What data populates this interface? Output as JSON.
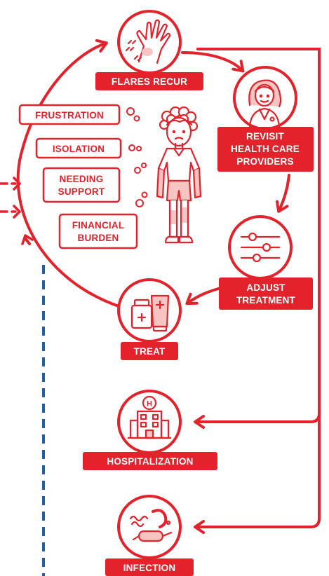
{
  "colors": {
    "accent": "#e3222b",
    "icon_fill": "#f6c5c2",
    "dashed_line": "#1f5fa8",
    "background": "#ffffff"
  },
  "cycle": {
    "flares_recur": "FLARES RECUR",
    "revisit": [
      "REVISIT",
      "HEALTH CARE",
      "PROVIDERS"
    ],
    "adjust_treatment": [
      "ADJUST",
      "TREATMENT"
    ],
    "treat": "TREAT"
  },
  "feelings": {
    "frustration": "FRUSTRATION",
    "isolation": "ISOLATION",
    "needing_support": [
      "NEEDING",
      "SUPPORT"
    ],
    "financial_burden": [
      "FINANCIAL",
      "BURDEN"
    ]
  },
  "outcomes": {
    "hospitalization": "HOSPITALIZATION",
    "infection": "INFECTION"
  },
  "icons": {
    "flares": "itchy-hand-icon",
    "provider": "doctor-icon",
    "adjust": "sliders-icon",
    "treat": "medication-icon",
    "patient": "patient-illustration",
    "hospital": "hospital-icon",
    "infection": "bacteria-icon"
  }
}
